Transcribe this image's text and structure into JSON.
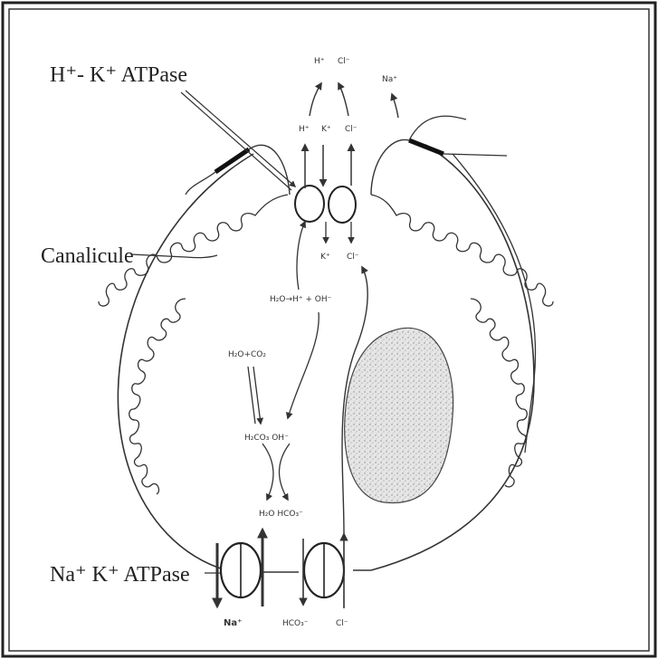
{
  "labels": {
    "hk_atpase": "H⁺- K⁺ ATPase",
    "canalicule": "Canalicule",
    "nak_atpase": "Na⁺ K⁺ ATPase"
  },
  "ions": {
    "lumen_h": "H⁺",
    "lumen_cl": "Cl⁻",
    "lumen_na": "Na⁺",
    "pump_h": "H⁺",
    "pump_k": "K⁺",
    "pump_cl": "Cl⁻",
    "cyto_k": "K⁺",
    "cyto_cl": "Cl⁻",
    "water_dissoc": "H₂O→H⁺ + OH⁻",
    "h2o_co2": "H₂O+CO₂",
    "h2co3_oh": "H₂CO₃ OH⁻",
    "h2o_hco3": "H₂O HCO₃⁻",
    "base_na": "Na⁺",
    "base_hco3": "HCO₃⁻",
    "base_cl": "Cl⁻"
  }
}
